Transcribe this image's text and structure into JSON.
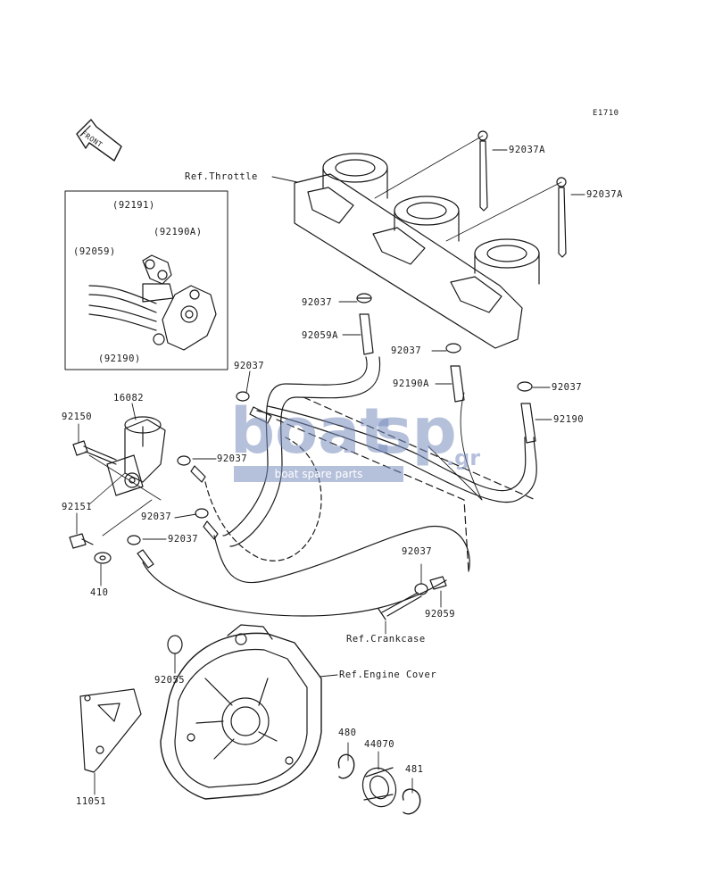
{
  "diagram": {
    "code": "E1710",
    "front_label": "FRONT",
    "references": {
      "throttle": "Ref.Throttle",
      "crankcase": "Ref.Crankcase",
      "engine_cover": "Ref.Engine Cover"
    },
    "inset_labels": {
      "p92191": "(92191)",
      "p92190A": "(92190A)",
      "p92059": "(92059)",
      "p92190": "(92190)"
    },
    "parts": {
      "p92037A_1": "92037A",
      "p92037A_2": "92037A",
      "p92037_top": "92037",
      "p92059A": "92059A",
      "p92037_mid": "92037",
      "p92190A": "92190A",
      "p92037_right": "92037",
      "p92190": "92190",
      "p92037_left": "92037",
      "p16082": "16082",
      "p92150": "92150",
      "p92037_a": "92037",
      "p92037_b": "92037",
      "p92037_c": "92037",
      "p92151": "92151",
      "p410": "410",
      "p92037_crank": "92037",
      "p92059": "92059",
      "p92055": "92055",
      "p480": "480",
      "p44070": "44070",
      "p481": "481",
      "p11051": "11051"
    }
  },
  "watermark": {
    "text_main": "boat",
    "text_sp": "sp",
    "text_gr": ".gr",
    "tagline": "boat spare parts",
    "color": "#7b8cbd"
  }
}
